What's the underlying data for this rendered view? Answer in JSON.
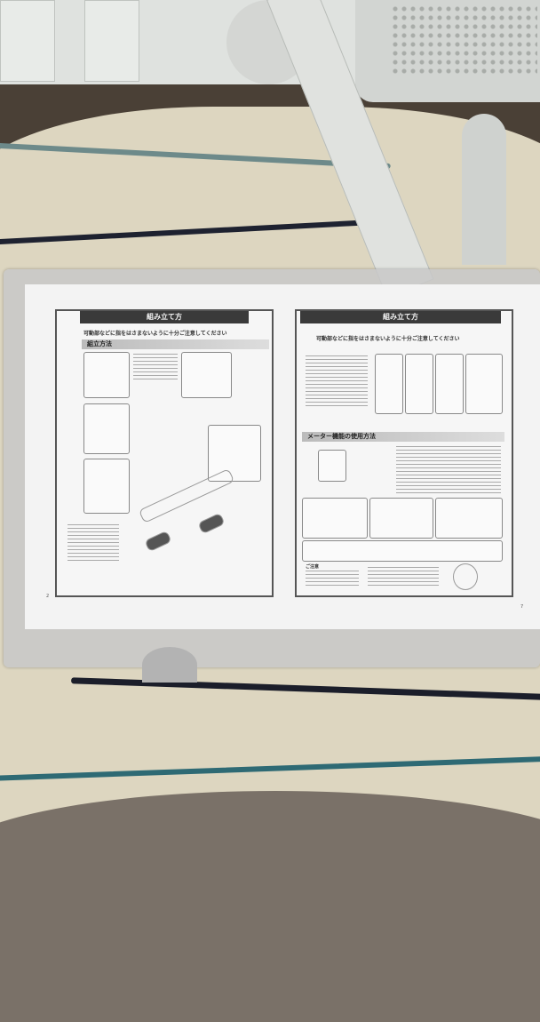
{
  "scene": {
    "description": "Photo of a folded exercise-bike instruction manual inside a clear plastic sleeve, lying on a striped fleece rug beneath white exercise equipment",
    "colors": {
      "rug_cream": "#ddd6c0",
      "rug_grey": "#7a7168",
      "stripe_navy": "#1b1e2a",
      "stripe_teal": "#2e6a74",
      "equipment_white": "#dfe2df",
      "paper": "#f3f3f3",
      "title_bar": "#3a3a3a"
    }
  },
  "manual": {
    "left_page": {
      "title": "組み立て方",
      "warning": "可動部などに指をはさまないように十分ご注意してください",
      "section": "組立方法",
      "page_number": "2"
    },
    "right_page": {
      "title": "組み立て方",
      "warning": "可動部などに指をはさまないように十分ご注意してください",
      "section": "メーター機能の使用方法",
      "notes_label": "ご注意",
      "page_number": "7"
    }
  }
}
